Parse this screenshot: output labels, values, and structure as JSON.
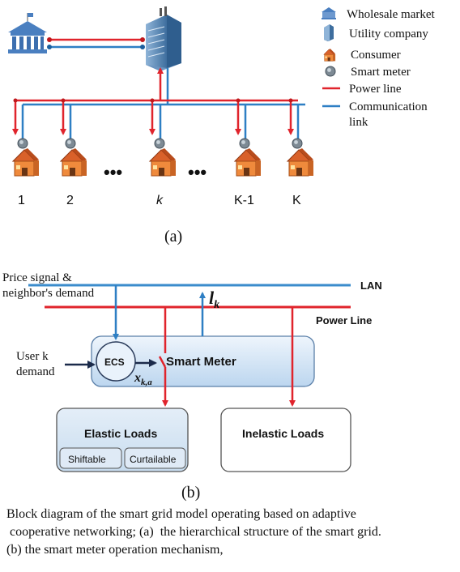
{
  "legend": {
    "wholesale_market": "Wholesale market",
    "utility_company": "Utility company",
    "consumer": "Consumer",
    "smart_meter": "Smart meter",
    "power_line": "Power line",
    "communication_link_1": "Communication",
    "communication_link_2": "link"
  },
  "houses": {
    "labels": [
      "1",
      "2",
      "k",
      "K-1",
      "K"
    ],
    "ellipsis": "•••"
  },
  "part_a_label": "(a)",
  "part_b_label": "(b)",
  "block": {
    "price_signal_1": "Price signal &",
    "price_signal_2": "neighbor's demand",
    "lan": "LAN",
    "power_line": "Power Line",
    "lk": "l",
    "lk_sub": "k",
    "user_demand_1": "User k",
    "user_demand_2": "demand",
    "ecs": "ECS",
    "smart_meter": "Smart Meter",
    "x_var": "x",
    "x_sub": "k,a",
    "elastic_loads": "Elastic Loads",
    "shiftable": "Shiftable",
    "curtailable": "Curtailable",
    "inelastic_loads": "Inelastic Loads"
  },
  "caption": {
    "line1": "Block diagram of the smart grid model operating based on adaptive",
    "line2": " cooperative networking; (a)  the hierarchical structure of the smart grid.",
    "line3": "(b) the smart meter operation mechanism,"
  },
  "colors": {
    "power": "#e0242c",
    "comm": "#2e7fc4",
    "lan": "#3b8ccc",
    "meter_box": "#d6e7f7",
    "arrow_dark": "#1b2a4a"
  }
}
